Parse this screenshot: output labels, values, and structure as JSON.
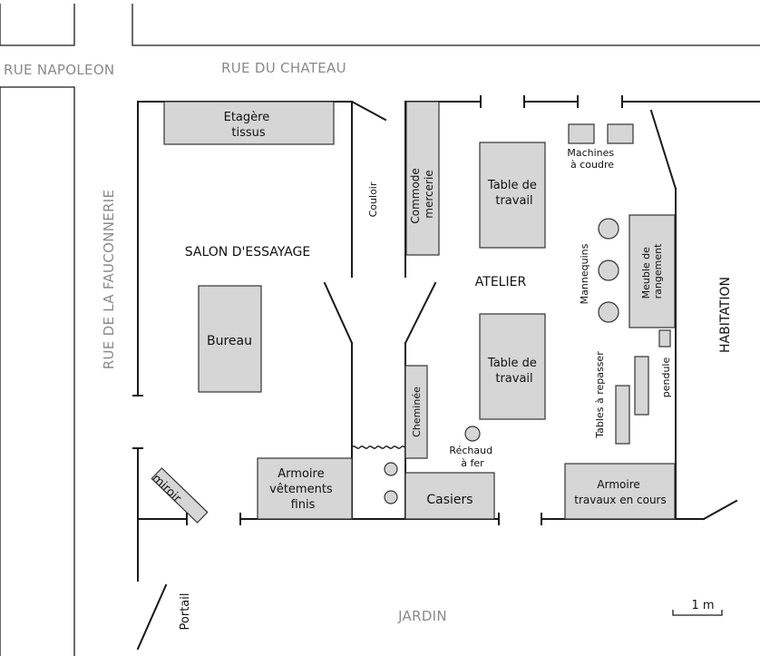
{
  "streets": {
    "napoleon": "RUE NAPOLEON",
    "chateau": "RUE DU CHATEAU",
    "fauconnerie": "RUE DE LA FAUCONNERIE",
    "jardin": "JARDIN"
  },
  "rooms": {
    "salon": "SALON D'ESSAYAGE",
    "atelier": "ATELIER",
    "habitation": "HABITATION",
    "couloir": "Couloir",
    "portail": "Portail"
  },
  "furniture": {
    "etagere": [
      "Etagère",
      "tissus"
    ],
    "commode": [
      "Commode",
      "mercerie"
    ],
    "table_top": [
      "Table de",
      "travail"
    ],
    "table_bottom": [
      "Table de",
      "travail"
    ],
    "machines": [
      "Machines",
      "à coudre"
    ],
    "meuble": [
      "Meuble de",
      "rangement"
    ],
    "mannequins": "Mannequins",
    "bureau": "Bureau",
    "cheminee": "Cheminée",
    "rechaud": [
      "Réchaud",
      "à fer"
    ],
    "tables_repasser": "Tables à repasser",
    "pendule": "pendule",
    "miroir": "miroir",
    "armoire_finis": [
      "Armoire",
      "vêtements",
      "finis"
    ],
    "casiers": "Casiers",
    "armoire_cours": [
      "Armoire",
      "travaux en cours"
    ]
  },
  "scale": {
    "label": "1 m"
  },
  "colors": {
    "furniture_fill": "#d6d6d6",
    "street_label": "#8a8a8a",
    "wall": "#1a1a1a"
  }
}
